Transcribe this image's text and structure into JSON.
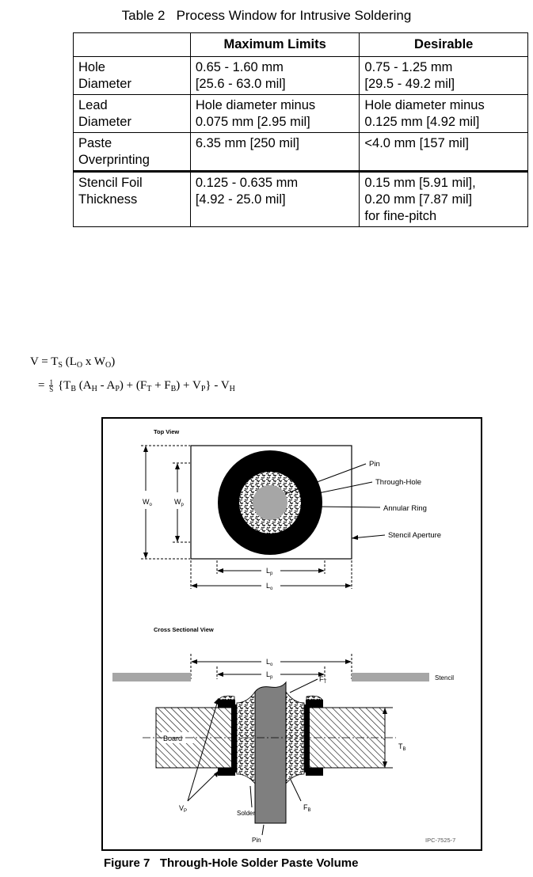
{
  "table": {
    "title": "Table 2   Process Window for Intrusive Soldering",
    "headers": [
      "",
      "Maximum Limits",
      "Desirable"
    ],
    "rows": [
      {
        "label": [
          "Hole",
          "Diameter"
        ],
        "max": [
          "0.65 - 1.60 mm",
          "[25.6 - 63.0 mil]"
        ],
        "desirable": [
          "0.75 - 1.25 mm",
          "[29.5 - 49.2 mil]"
        ]
      },
      {
        "label": [
          "Lead",
          "Diameter"
        ],
        "max": [
          "Hole diameter minus",
          "0.075 mm [2.95 mil]"
        ],
        "desirable": [
          "Hole diameter minus",
          "0.125 mm [4.92 mil]"
        ]
      },
      {
        "label": [
          "Paste",
          "Overprinting"
        ],
        "max": [
          "6.35 mm [250 mil]"
        ],
        "desirable": [
          "<4.0 mm [157 mil]"
        ]
      },
      {
        "label": [
          "Stencil Foil",
          "Thickness"
        ],
        "max": [
          "0.125 - 0.635 mm",
          "[4.92 - 25.0 mil]"
        ],
        "desirable": [
          "0.15 mm [5.91 mil],",
          "0.20 mm [7.87 mil]",
          "for fine-pitch"
        ]
      }
    ]
  },
  "equation": {
    "line1": {
      "v": "V = T",
      "s": "S",
      "open": " (L",
      "o1": "O",
      "x": " x W",
      "o2": "O",
      "close": ")"
    },
    "line2": {
      "eq": "= ",
      "num": "1",
      "den": "S",
      "a": " {T",
      "b": "B",
      "c": " (A",
      "h": "H",
      "d": " - A",
      "p": "P",
      "e": ") + (F",
      "t": "T",
      "f": " + F",
      "b2": "B",
      "g": ") + V",
      "p2": "P",
      "h2": "} - V",
      "hh": "H"
    }
  },
  "figure": {
    "top_view_label": "Top View",
    "cross_section_label": "Cross Sectional View",
    "labels": {
      "pin": "Pin",
      "through_hole": "Through-Hole",
      "annular_ring": "Annular Ring",
      "stencil_aperture": "Stencil Aperture",
      "wo": "W",
      "wo_sub": "o",
      "wp": "W",
      "wp_sub": "p",
      "lp": "L",
      "lp_sub": "p",
      "lo": "L",
      "lo_sub": "o",
      "stencil": "Stencil",
      "ft": "F",
      "ft_sub": "T",
      "board": "Board",
      "tb": "T",
      "tb_sub": "B",
      "vp": "V",
      "vp_sub": "P",
      "solder": "Solder",
      "fb": "F",
      "fb_sub": "B",
      "pin_bottom": "Pin",
      "figure_id": "IPC-7525-7"
    },
    "caption": "Figure 7   Through-Hole Solder Paste Volume"
  }
}
